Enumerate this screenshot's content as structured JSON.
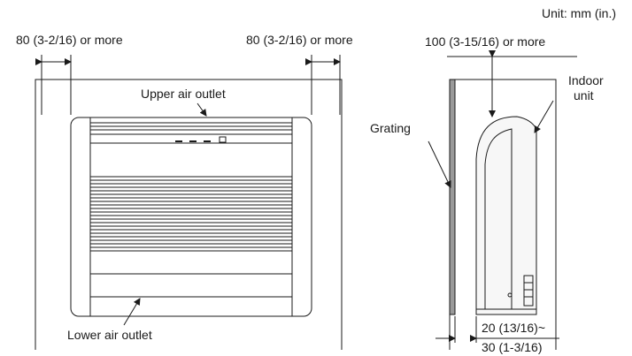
{
  "unit_label": "Unit: mm (in.)",
  "front_view": {
    "left_clearance": "80 (3-2/16) or more",
    "right_clearance": "80 (3-2/16) or more",
    "upper_outlet": "Upper air outlet",
    "lower_outlet": "Lower air outlet"
  },
  "side_view": {
    "top_clearance": "100 (3-15/16) or more",
    "indoor_unit_line1": "Indoor",
    "indoor_unit_line2": "unit",
    "grating": "Grating",
    "bottom_clearance_line1": "20 (13/16)~",
    "bottom_clearance_line2": "30 (1-3/16)"
  },
  "colors": {
    "line": "#1a1a1a",
    "grating_fill": "#9a9a9a",
    "panel_fill": "#f7f7f7"
  }
}
